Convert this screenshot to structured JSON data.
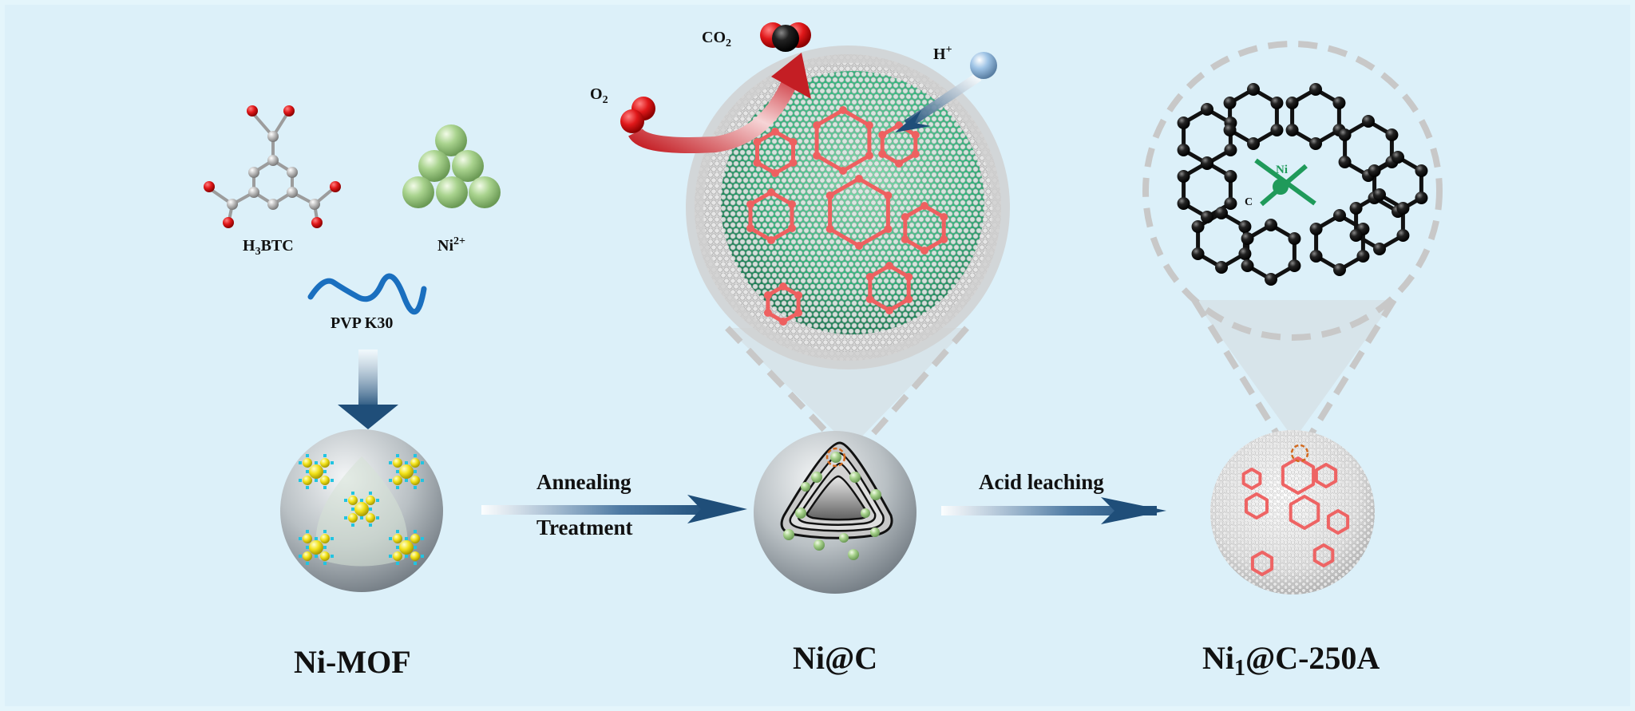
{
  "title": "Synthesis scheme of Ni1@C-250A single-atom catalyst",
  "colors": {
    "background": "#dcf0f9",
    "arrow_blue": "#1f4e79",
    "oxygen_red": "#e0282a",
    "carbon_gray": "#b4b4b4",
    "nickel_green": "#a8d08d",
    "defect_red": "#ee6464",
    "sphere_green": "#2fb87d",
    "ni_atom_green": "#1f9a5a",
    "dashed_gray": "#c8c8c8",
    "highlight_orange": "#d2691e"
  },
  "precursors": {
    "linker": {
      "name": "H3BTC",
      "main": "H",
      "sub": "3",
      "rest": "BTC"
    },
    "metal": {
      "name": "Ni2+",
      "main": "Ni",
      "sup": "2+"
    },
    "surfactant": {
      "name": "PVP K30"
    }
  },
  "stages": [
    {
      "id": "ni-mof",
      "label": "Ni-MOF"
    },
    {
      "id": "ni-c",
      "label": "Ni@C"
    },
    {
      "id": "ni1-c-250a",
      "label_main": "Ni",
      "label_sub": "1",
      "label_rest": "@C-250A"
    }
  ],
  "steps": [
    {
      "from": "ni-mof",
      "to": "ni-c",
      "line1": "Annealing",
      "line2": "Treatment"
    },
    {
      "from": "ni-c",
      "to": "ni1-c-250a",
      "line1": "Acid leaching"
    }
  ],
  "reactants": {
    "o2": {
      "main": "O",
      "sub": "2"
    },
    "co2": {
      "main": "CO",
      "sub": "2"
    },
    "h_plus": {
      "main": "H",
      "sup": "+"
    }
  },
  "atomic_model": {
    "center_label": "Ni",
    "neighbor_label": "C"
  }
}
